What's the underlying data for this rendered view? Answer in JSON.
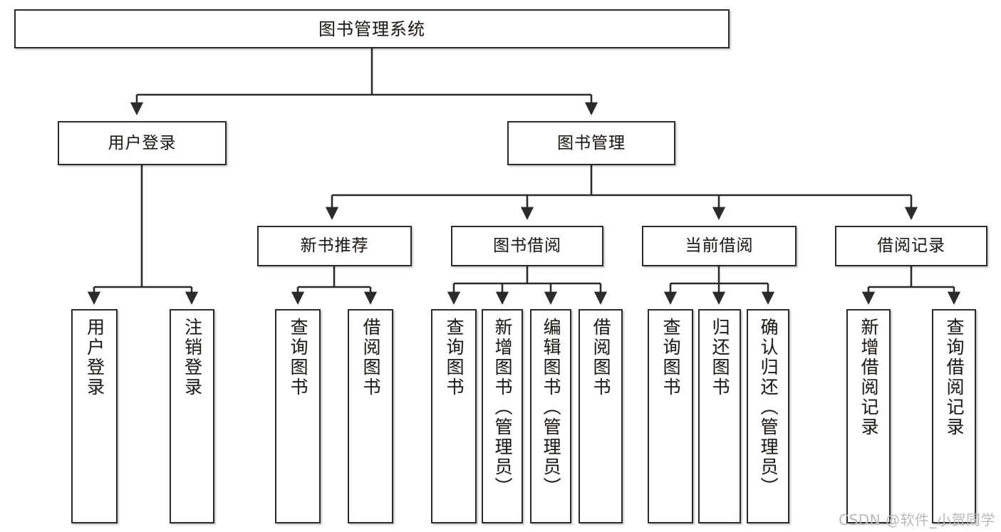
{
  "diagram": {
    "title": "图书管理系统",
    "type": "tree-hierarchy-chart",
    "root": {
      "label": "图书管理系统"
    },
    "level2": [
      {
        "label": "用户登录"
      },
      {
        "label": "图书管理"
      }
    ],
    "level3": [
      {
        "label": "新书推荐"
      },
      {
        "label": "图书借阅"
      },
      {
        "label": "当前借阅"
      },
      {
        "label": "借阅记录"
      }
    ],
    "leaves": {
      "user_login": [
        {
          "label": "用户登录"
        },
        {
          "label": "注销登录"
        }
      ],
      "new_book_recommend": [
        {
          "label": "查询图书"
        },
        {
          "label": "借阅图书"
        }
      ],
      "book_borrow": [
        {
          "label": "查询图书"
        },
        {
          "label": "新增图书（管理员）"
        },
        {
          "label": "编辑图书（管理员）"
        },
        {
          "label": "借阅图书"
        }
      ],
      "current_borrow": [
        {
          "label": "查询图书"
        },
        {
          "label": "归还图书"
        },
        {
          "label": "确认归还（管理员）"
        }
      ],
      "borrow_record": [
        {
          "label": "新增借阅记录"
        },
        {
          "label": "查询借阅记录"
        }
      ]
    }
  },
  "watermark": {
    "text": "CSDN @软件_小贺同学"
  },
  "colors": {
    "box_border": "#2b2b2b",
    "box_fill": "#ffffff",
    "text": "#1d1d1d",
    "connector": "#2b2b2b",
    "watermark": "#b9b9b9"
  }
}
